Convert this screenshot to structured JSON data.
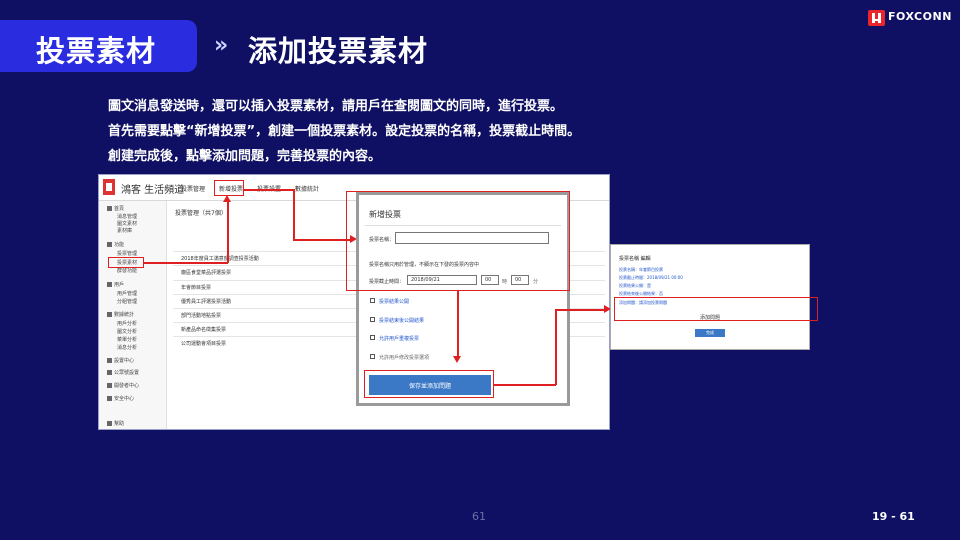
{
  "header": {
    "title": "投票素材",
    "arrow": "»",
    "subtitle": "添加投票素材"
  },
  "logo": {
    "name": "FOXCONN"
  },
  "description": {
    "lines": [
      "圖文消息發送時，還可以插入投票素材，請用戶在查閱圖文的同時，進行投票。",
      "首先需要點擊“新增投票”，創建一個投票素材。設定投票的名稱，投票截止時間。",
      "創建完成後，點擊添加問題，完善投票的內容。"
    ]
  },
  "screenshot": {
    "brand": "鴻客  生活頻道",
    "tabs": [
      "投票管理",
      "新增投票",
      "投票設置",
      "數據統計"
    ],
    "sidebar": [
      {
        "label": "首頁",
        "level": 0
      },
      {
        "label": "消息管理",
        "level": 1
      },
      {
        "label": "圖文素材",
        "level": 1
      },
      {
        "label": "素材庫",
        "level": 1
      },
      {
        "label": "功能",
        "level": 0
      },
      {
        "label": "投票管理",
        "level": 1
      },
      {
        "label": "投票素材",
        "level": 1
      },
      {
        "label": "群發功能",
        "level": 1
      },
      {
        "label": "用戶",
        "level": 0
      },
      {
        "label": "用戶管理",
        "level": 1
      },
      {
        "label": "分組管理",
        "level": 1
      },
      {
        "label": "數據統計",
        "level": 0
      },
      {
        "label": "用戶分析",
        "level": 1
      },
      {
        "label": "圖文分析",
        "level": 1
      },
      {
        "label": "菜單分析",
        "level": 1
      },
      {
        "label": "消息分析",
        "level": 1
      },
      {
        "label": "設置中心",
        "level": 0
      },
      {
        "label": "公眾號設置",
        "level": 0
      },
      {
        "label": "開發者中心",
        "level": 0
      },
      {
        "label": "安全中心",
        "level": 0
      },
      {
        "label": "幫助",
        "level": 0
      }
    ],
    "content_title": "投票管理（共7個）",
    "rows": [
      "2018年度員工滿意度調查投票活動",
      "廠區食堂菜品評選投票",
      "年會節目投票",
      "優秀員工評選投票活動",
      "部門活動地點投票",
      "新產品命名徵集投票",
      "公司運動會項目投票"
    ]
  },
  "dialog": {
    "title": "新增投票",
    "name_label": "投票名稱：",
    "note": "投票名稱只用於管理，不顯示在下發的投票內容中",
    "deadline_label": "投票截止時間：",
    "date_value": "2018/09/21",
    "hour_value": "00",
    "hour_unit": "時",
    "minute_value": "00",
    "minute_unit": "分",
    "options": [
      "投票結果公開",
      "投票結束後公開結果",
      "允許用戶重複投票",
      "允許用戶修改投票選項"
    ],
    "submit": "保存並添加問題"
  },
  "preview": {
    "title": "投票名稱 編輯",
    "items": [
      "投票名稱：年會節目投票",
      "投票截止時間：2018/09/21 00:00",
      "投票結果公開：是",
      "投票結束後公開結果：否",
      "添加問題：請添加投票問題"
    ],
    "add_question": "添加問題",
    "button": "完成"
  },
  "footer": {
    "page_center": "61",
    "page_right": "19 - 61"
  }
}
